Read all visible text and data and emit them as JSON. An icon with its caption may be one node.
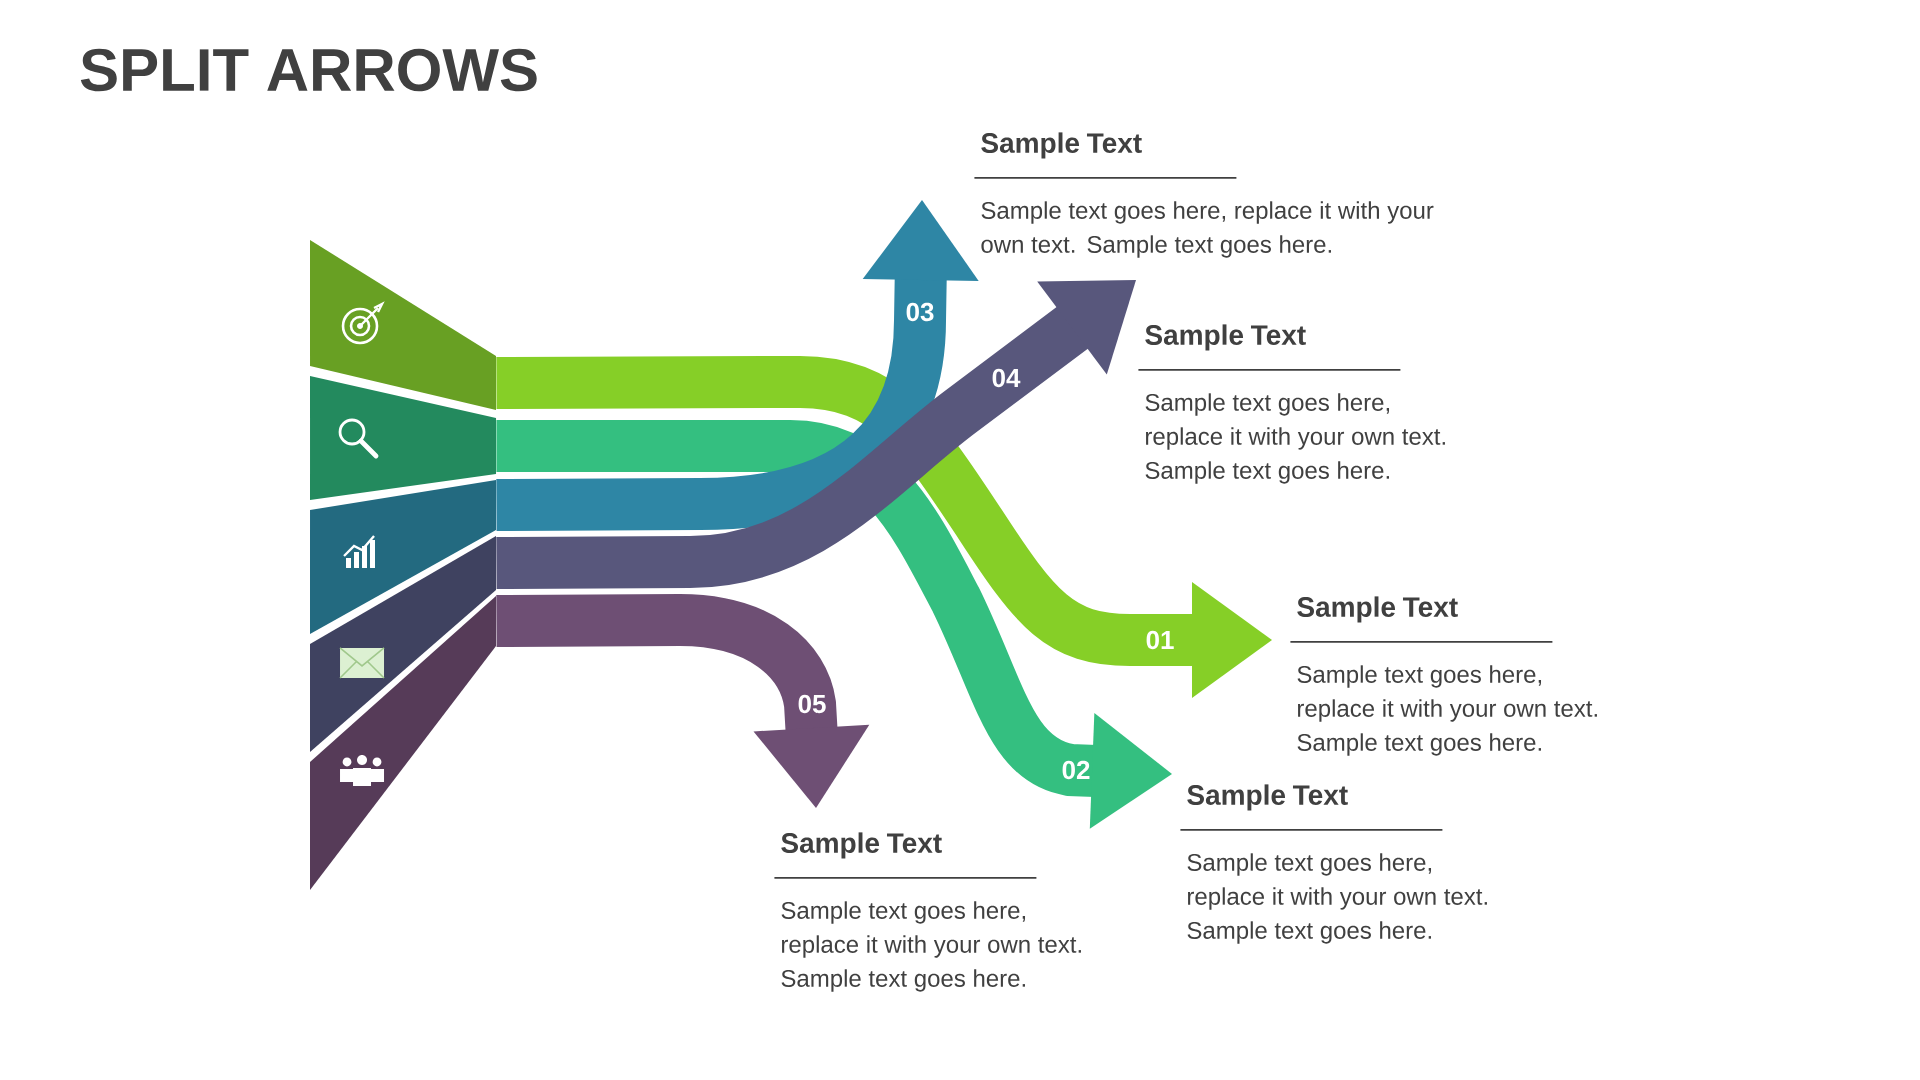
{
  "diagram": {
    "title": "SPLIT ARROWS",
    "nodes": [
      {
        "text": [],
        "shape": "band"
      },
      {
        "text": [],
        "shape": "band"
      },
      {
        "text": [],
        "shape": "band"
      },
      {
        "text": [],
        "shape": "band"
      },
      {
        "text": [],
        "shape": "band"
      },
      {
        "text": [
          "Sample Text",
          "Sample text goes here, replace it with your own text. Sample text goes here."
        ]
      },
      {
        "text": [
          "Sample Text",
          "Sample text goes here, replace it with your own text. Sample text goes here."
        ]
      },
      {
        "text": [
          "Sample Text",
          "Sample text goes here, replace it with your own text. Sample text goes here."
        ]
      },
      {
        "text": [
          "Sample Text",
          "Sample text goes here, replace it with your own text. Sample text goes here."
        ]
      },
      {
        "text": [
          "Sample Text",
          "Sample text goes here, replace it with your own text. Sample text goes here."
        ]
      }
    ],
    "edges": [
      {
        "from": 0,
        "to": 7,
        "arrow": "to",
        "label": "01",
        "color": "#86cf27"
      },
      {
        "from": 1,
        "to": 8,
        "arrow": "to",
        "label": "02",
        "color": "#34bf80"
      },
      {
        "from": 2,
        "to": 5,
        "arrow": "to",
        "label": "03",
        "color": "#2e86a5"
      },
      {
        "from": 3,
        "to": 6,
        "arrow": "to",
        "label": "04",
        "color": "#58577c"
      },
      {
        "from": 4,
        "to": 9,
        "arrow": "to",
        "label": "05",
        "color": "#6e4f74"
      }
    ]
  }
}
